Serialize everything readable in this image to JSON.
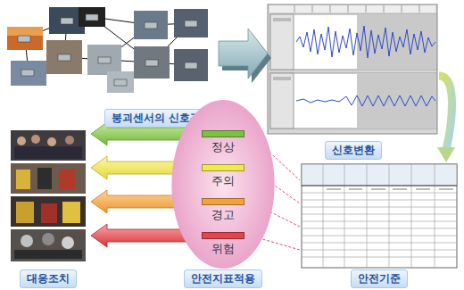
{
  "diagram": {
    "nodes": [
      {
        "text": [
          "붕괴센서의 신호감지"
        ]
      },
      {
        "text": [
          "신호변환"
        ]
      },
      {
        "text": [
          "안전기준"
        ]
      },
      {
        "text": [
          "안전지표적용"
        ]
      },
      {
        "text": [
          "정상"
        ],
        "in": 3
      },
      {
        "text": [
          "주의"
        ],
        "in": 3
      },
      {
        "text": [
          "경고"
        ],
        "in": 3
      },
      {
        "text": [
          "위험"
        ],
        "in": 3
      },
      {
        "text": [
          "대응조치"
        ]
      }
    ],
    "edges": [
      {
        "from": 0,
        "to": 1,
        "arrow": "to"
      },
      {
        "from": 1,
        "to": 2,
        "arrow": "to"
      },
      {
        "from": 4,
        "to": 2,
        "arrow": "none"
      },
      {
        "from": 5,
        "to": 2,
        "arrow": "none"
      },
      {
        "from": 6,
        "to": 2,
        "arrow": "none"
      },
      {
        "from": 7,
        "to": 2,
        "arrow": "none"
      },
      {
        "from": 4,
        "to": 8,
        "arrow": "to"
      },
      {
        "from": 5,
        "to": 8,
        "arrow": "to"
      },
      {
        "from": 6,
        "to": 8,
        "arrow": "to"
      },
      {
        "from": 7,
        "to": 8,
        "arrow": "to"
      }
    ]
  }
}
